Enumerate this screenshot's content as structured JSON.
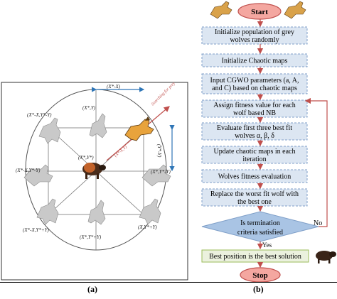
{
  "panel_a": {
    "caption": "(a)",
    "axis_labels": {
      "top": "(X*-X)",
      "right": "(Y*-Y)",
      "prey_arrow": "Searching for prey",
      "prey_axis": "(X*-X,Y)"
    },
    "position_labels": {
      "top_left": "(X*-X,Y*-Y)",
      "top_center": "(X*,Y)",
      "left": "(X*-X,Y*-Y)",
      "center": "(X*,Y*)",
      "right": "(X*,Y*-Y)",
      "bottom_left": "(X*-X,Y*+Y)",
      "bottom_center": "(X*,Y*+Y)",
      "bottom_right": "(X,Y*+Y)"
    }
  },
  "panel_b": {
    "caption": "(b)",
    "start": "Start",
    "stop": "Stop",
    "steps": [
      {
        "lines": [
          "Initialize population of grey",
          "wolves randomly"
        ]
      },
      {
        "lines": [
          "Initialize Chaotic maps"
        ]
      },
      {
        "lines": [
          "Input CGWO parameters (a, A,",
          "and C) based on chaotic maps"
        ]
      },
      {
        "lines": [
          "Assign fitness value for each",
          "wolf based NB"
        ]
      },
      {
        "lines": [
          "Evaluate first three best fit",
          "wolves α, β, δ"
        ]
      },
      {
        "lines": [
          "Update chaotic maps in each",
          "iteration"
        ]
      },
      {
        "lines": [
          "Wolves fitness evaluation"
        ]
      },
      {
        "lines": [
          "Replace the worst fit wolf with",
          "the best one"
        ]
      }
    ],
    "decision": [
      "Is termination",
      "criteria satisfied"
    ],
    "yes": "Yes",
    "no": "No",
    "final": "Best position is the best solution"
  },
  "colors": {
    "box_fill": "#dce6f2",
    "box_dash": "#7f9fc8",
    "oval_fill": "#f4a7a0",
    "oval_stroke": "#c0504d",
    "decision_fill": "#a9c4e4",
    "final_fill": "#ebf1de",
    "arrow": "#c0504d",
    "axis_blue": "#2e75b6"
  }
}
